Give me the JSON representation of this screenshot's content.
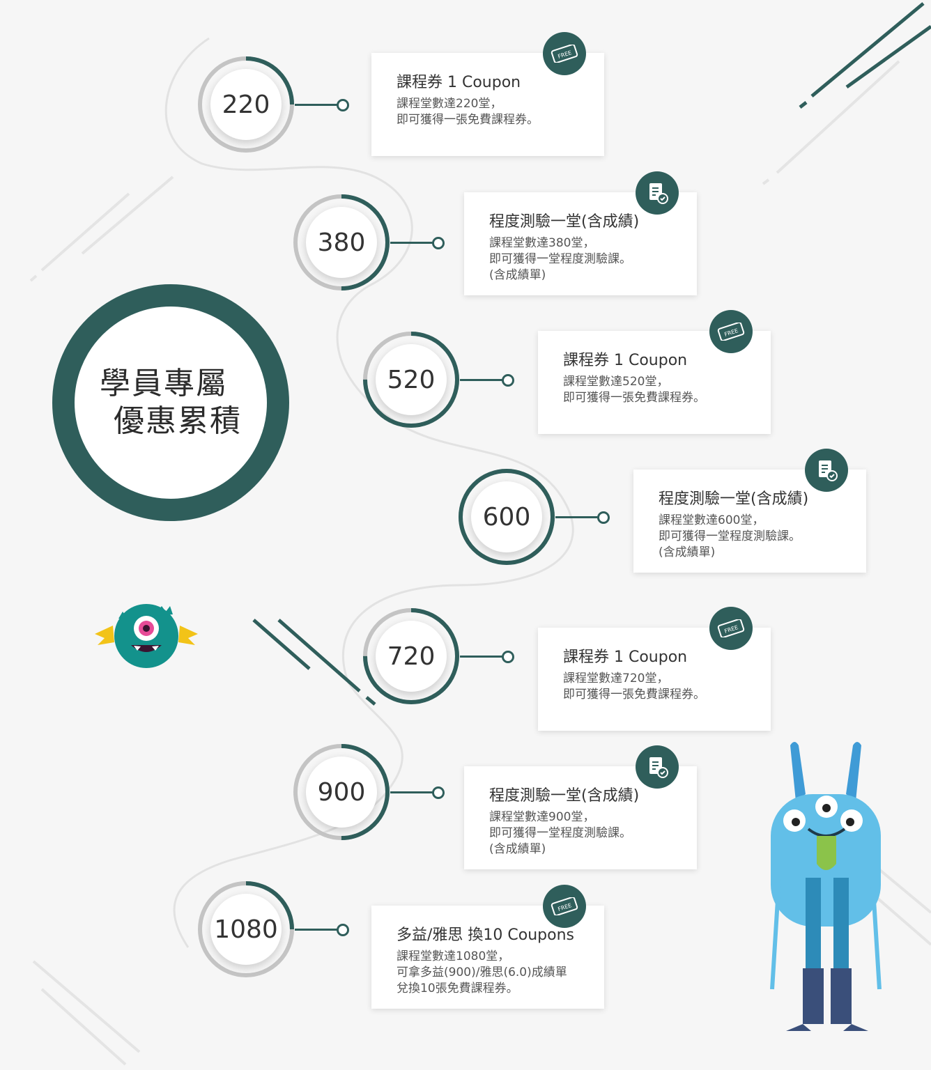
{
  "hub": {
    "line1": "學員專屬",
    "line2": "優惠累積"
  },
  "milestones": [
    {
      "value": "220",
      "title": "課程券 1 Coupon",
      "desc": [
        "課程堂數達220堂，",
        "即可獲得一張免費課程券。"
      ],
      "icon": "free-ticket-icon",
      "progress": 0.25
    },
    {
      "value": "380",
      "title": "程度測驗一堂(含成績)",
      "desc": [
        "課程堂數達380堂，",
        "即可獲得一堂程度測驗課。",
        "(含成績單)"
      ],
      "icon": "test-document-icon",
      "progress": 0.5
    },
    {
      "value": "520",
      "title": "課程券 1 Coupon",
      "desc": [
        "課程堂數達520堂，",
        "即可獲得一張免費課程券。"
      ],
      "icon": "free-ticket-icon",
      "progress": 0.75
    },
    {
      "value": "600",
      "title": "程度測驗一堂(含成績)",
      "desc": [
        "課程堂數達600堂，",
        "即可獲得一堂程度測驗課。",
        "(含成績單)"
      ],
      "icon": "test-document-icon",
      "progress": 1.0
    },
    {
      "value": "720",
      "title": "課程券 1 Coupon",
      "desc": [
        "課程堂數達720堂，",
        "即可獲得一張免費課程券。"
      ],
      "icon": "free-ticket-icon",
      "progress": 0.75
    },
    {
      "value": "900",
      "title": "程度測驗一堂(含成績)",
      "desc": [
        "課程堂數達900堂，",
        "即可獲得一堂程度測驗課。",
        "(含成績單)"
      ],
      "icon": "test-document-icon",
      "progress": 0.5
    },
    {
      "value": "1080",
      "title": "多益/雅思 換10 Coupons",
      "desc": [
        "課程堂數達1080堂，",
        "可拿多益(900)/雅思(6.0)成績單",
        "兌換10張免費課程券。"
      ],
      "icon": "free-ticket-icon",
      "progress": 0.25
    }
  ],
  "badge_text": "FREE",
  "colors": {
    "accent": "#2f5e5b",
    "ring_gray": "#c4c4c4",
    "background": "#f6f6f6"
  }
}
